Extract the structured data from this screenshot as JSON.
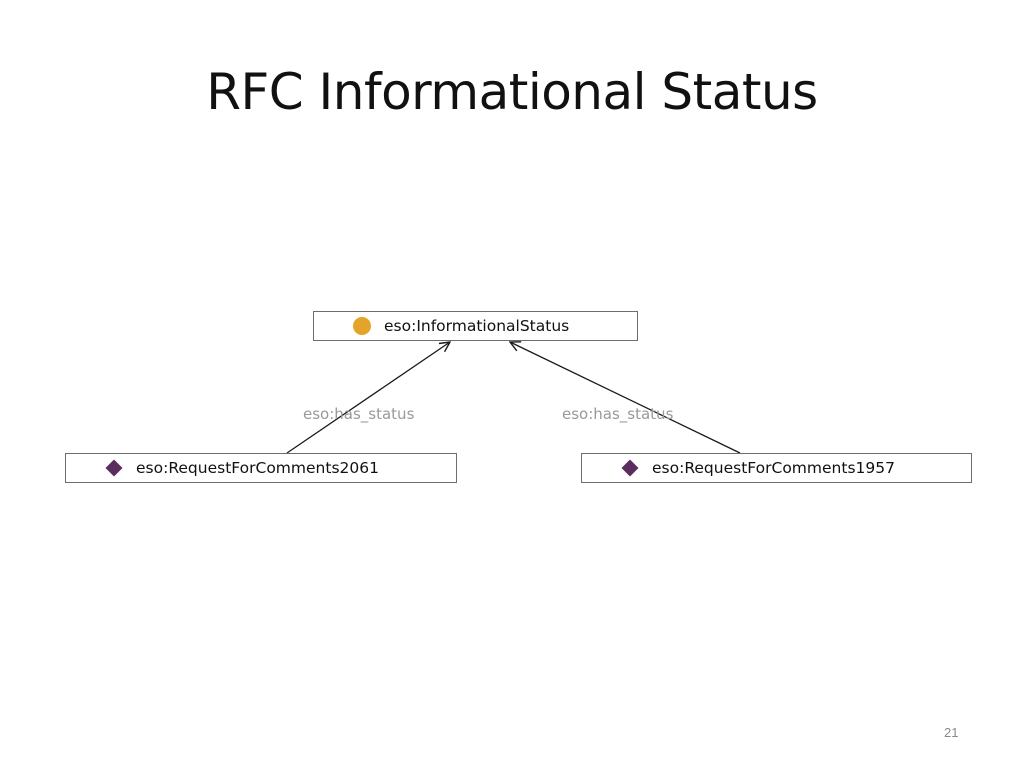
{
  "slide": {
    "title": "RFC Informational Status",
    "page_number": "21"
  },
  "diagram": {
    "class_node": {
      "label": "eso:InformationalStatus",
      "icon": "class-circle-icon",
      "icon_color": "#e3a429"
    },
    "individuals": [
      {
        "label": "eso:RequestForComments2061",
        "icon": "individual-diamond-icon",
        "icon_color": "#5a2d5e"
      },
      {
        "label": "eso:RequestForComments1957",
        "icon": "individual-diamond-icon",
        "icon_color": "#5a2d5e"
      }
    ],
    "edges": [
      {
        "label": "eso:has_status",
        "from": "eso:RequestForComments2061",
        "to": "eso:InformationalStatus"
      },
      {
        "label": "eso:has_status",
        "from": "eso:RequestForComments1957",
        "to": "eso:InformationalStatus"
      }
    ],
    "edge_color": "#1a1a1a",
    "edge_label_color": "#999999"
  }
}
